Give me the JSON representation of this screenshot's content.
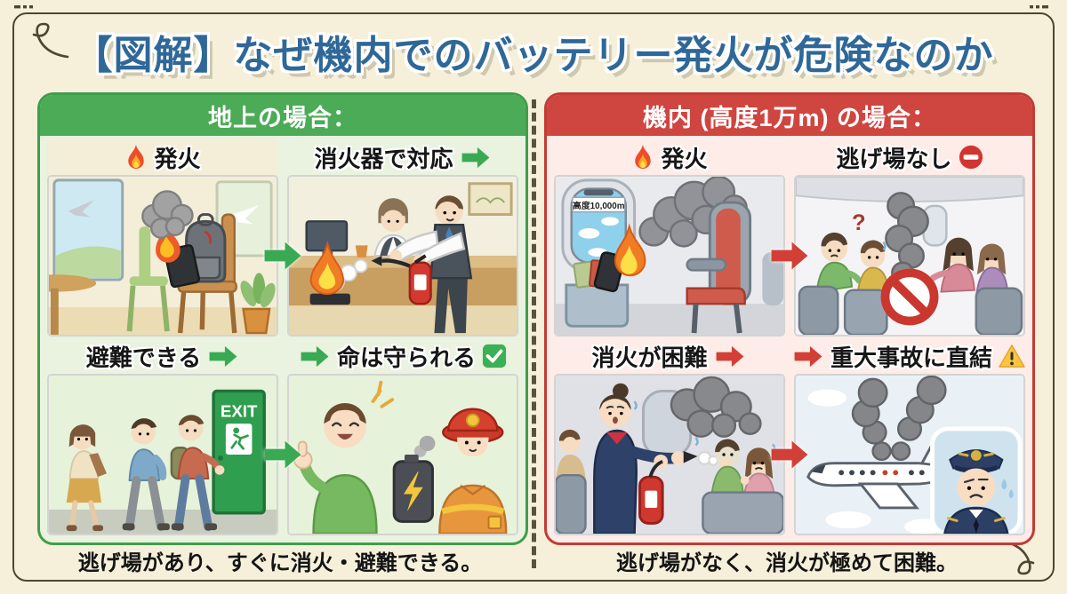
{
  "title": "【図解】なぜ機内でのバッテリー発火が危険なのか",
  "ground_panel": {
    "header": "地上の場合：",
    "row1": {
      "fire_label": "発火",
      "respond_label": "消火器で対応"
    },
    "row2": {
      "evacuate_label": "避難できる",
      "saved_label": "命は守られる"
    },
    "exit_sign": "EXIT",
    "footer": "逃げ場があり、すぐに消火・避難できる。"
  },
  "cabin_panel": {
    "header": "機内 (高度1万m) の場合：",
    "row1": {
      "fire_label": "発火",
      "no_escape_label": "逃げ場なし"
    },
    "row2": {
      "difficult_label": "消火が困難",
      "accident_label": "重大事故に直結"
    },
    "altitude_badge": "高度10,000m",
    "question_mark": "?",
    "footer": "逃げ場がなく、消火が極めて困難。"
  },
  "icons": {
    "flame": "flame-icon",
    "arrow_right": "arrow-right-icon",
    "check": "check-icon",
    "no_entry": "no-entry-icon",
    "warning": "warning-icon",
    "prohibition": "prohibition-icon"
  },
  "colors": {
    "background": "#f6f0da",
    "title_blue": "#2f6898",
    "ground_green": "#4cab57",
    "cabin_red": "#cf4540",
    "arrow_green": "#3aa953",
    "arrow_red": "#d23f36"
  }
}
